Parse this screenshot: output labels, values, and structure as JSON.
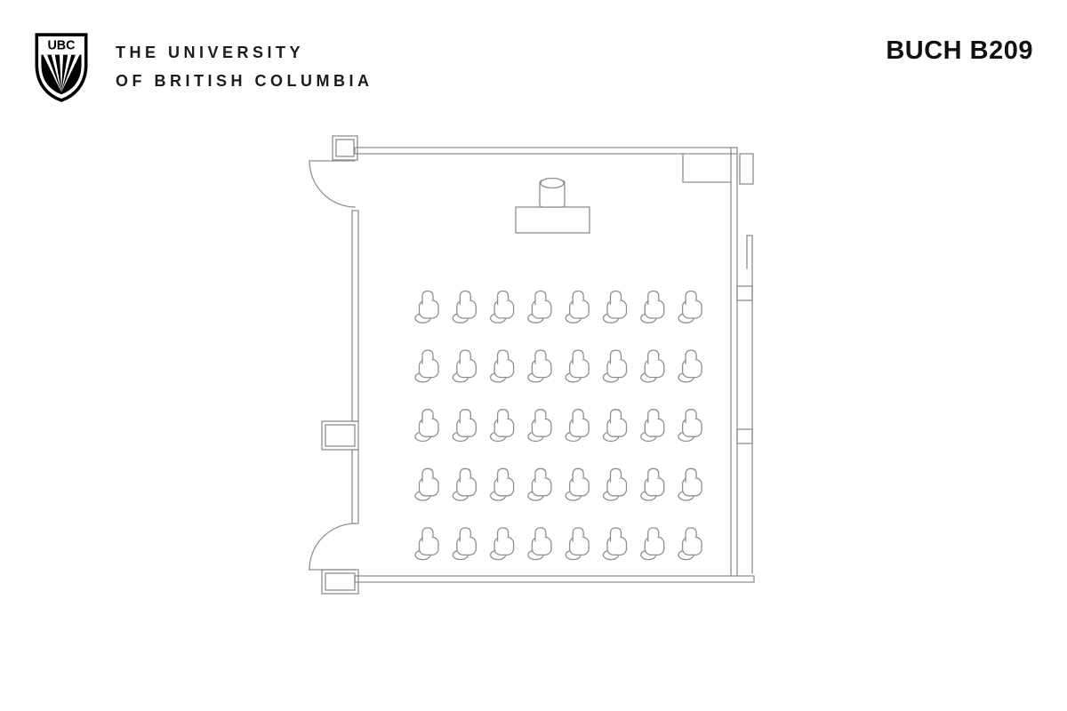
{
  "header": {
    "logo_text": "UBC",
    "university_line1": "THE UNIVERSITY",
    "university_line2": "OF BRITISH COLUMBIA",
    "room_code": "BUCH B209"
  },
  "floorplan": {
    "room_label": "BUCH B209",
    "seat_rows": 5,
    "seat_cols": 8,
    "seat_count": 40,
    "fixtures": [
      "entry-door-top-left",
      "entry-door-bottom-left",
      "lectern",
      "instructor-table",
      "window-wall-right"
    ],
    "line_color": "#8f8f8f"
  }
}
